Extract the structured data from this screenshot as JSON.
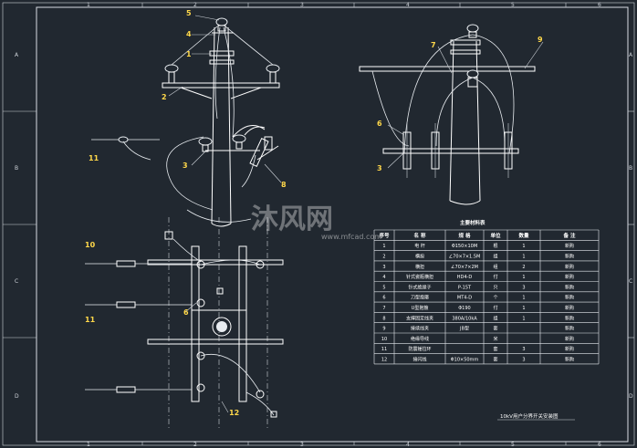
{
  "grid_labels": {
    "top": [
      "1",
      "2",
      "3",
      "4",
      "5",
      "6"
    ],
    "bottom": [
      "1",
      "2",
      "3",
      "4",
      "5",
      "6"
    ],
    "left": [
      "A",
      "B",
      "C",
      "D"
    ],
    "right": [
      "A",
      "B",
      "C",
      "D"
    ]
  },
  "callouts": {
    "c5": "5",
    "c4": "4",
    "c1": "1",
    "c2": "2",
    "c11a": "11",
    "c3a": "3",
    "c8a": "8",
    "c7": "7",
    "c9": "9",
    "c6a": "6",
    "c3b": "3",
    "c10": "10",
    "c11b": "11",
    "c6b": "6",
    "c12": "12"
  },
  "table": {
    "title": "主要材料表",
    "headers": [
      "序号",
      "名 称",
      "规 格",
      "单位",
      "数量",
      "备 注"
    ],
    "rows": [
      [
        "1",
        "电 杆",
        "Φ150×10M",
        "根",
        "1",
        "新购"
      ],
      [
        "2",
        "横担",
        "∠70×7×1.5M",
        "组",
        "1",
        "新购"
      ],
      [
        "3",
        "横担",
        "∠70×7×2M",
        "组",
        "2",
        "新购"
      ],
      [
        "4",
        "针式瓷瓶横担",
        "HD4-D",
        "付",
        "1",
        "新购"
      ],
      [
        "5",
        "针式绝缘子",
        "P-15T",
        "只",
        "3",
        "新购"
      ],
      [
        "6",
        "刀型抱箍",
        "MT4-D",
        "个",
        "1",
        "新购"
      ],
      [
        "7",
        "U型抱箍",
        "Φ190",
        "付",
        "1",
        "新购"
      ],
      [
        "8",
        "支撑固定线夹",
        "380A/10kA",
        "组",
        "1",
        "新购"
      ],
      [
        "9",
        "接续线夹",
        "JB型",
        "套",
        "",
        "新购"
      ],
      [
        "10",
        "绝缘导线",
        "",
        "米",
        "",
        "新购"
      ],
      [
        "11",
        "防震锤拉环",
        "",
        "套",
        "3",
        "新购"
      ],
      [
        "12",
        "接闪线",
        "Φ10×50mm",
        "套",
        "3",
        "新购"
      ]
    ]
  },
  "caption": "10kV用户分界开关安装图",
  "watermark": {
    "brand": "沐风网",
    "url": "www.mfcad.com"
  }
}
